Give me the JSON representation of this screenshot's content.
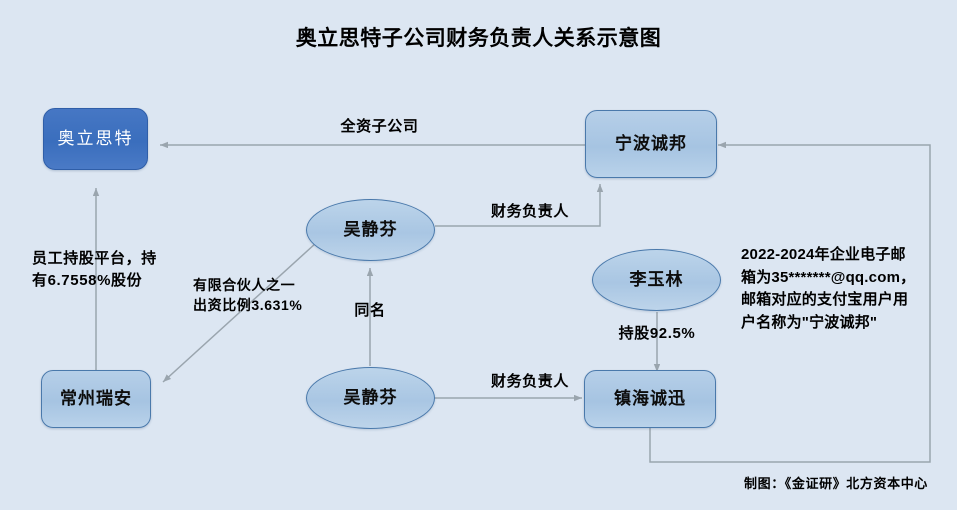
{
  "diagram": {
    "title": "奥立思特子公司财务负责人关系示意图",
    "background_color": "#dce6f2",
    "accent_color": "#4677c4",
    "node_fill_color": "#aecae5",
    "node_border_color": "#4a79ab",
    "edge_color": "#9aa5ae"
  },
  "nodes": [
    {
      "id": "aolisite",
      "label": "奥立思特",
      "shape": "rect",
      "style": "solid"
    },
    {
      "id": "ningbo",
      "label": "宁波诚邦",
      "shape": "rect",
      "style": "light"
    },
    {
      "id": "wujingfen_top",
      "label": "吴静芬",
      "shape": "ellipse",
      "style": "light"
    },
    {
      "id": "liyulin",
      "label": "李玉林",
      "shape": "ellipse",
      "style": "light"
    },
    {
      "id": "changzhou",
      "label": "常州瑞安",
      "shape": "rect",
      "style": "light"
    },
    {
      "id": "wujingfen_bot",
      "label": "吴静芬",
      "shape": "ellipse",
      "style": "light"
    },
    {
      "id": "zhenhai",
      "label": "镇海诚迅",
      "shape": "rect",
      "style": "light"
    }
  ],
  "edges": [
    {
      "id": "ningbo-to-aolisite",
      "from": "ningbo",
      "to": "aolisite",
      "label": "全资子公司"
    },
    {
      "id": "wujingfen-top-to-ningbo",
      "from": "wujingfen_top",
      "to": "ningbo",
      "label": "财务负责人"
    },
    {
      "id": "changzhou-to-aolisite",
      "from": "changzhou",
      "to": "aolisite",
      "label": "员工持股平台，持\n有6.7558%股份"
    },
    {
      "id": "wujingfen-top-to-changzhou",
      "from": "wujingfen_top",
      "to": "changzhou",
      "label": "有限合伙人之一\n出资比例3.631%"
    },
    {
      "id": "wujingfen-bot-to-top",
      "from": "wujingfen_bot",
      "to": "wujingfen_top",
      "label": "同名"
    },
    {
      "id": "liyulin-to-zhenhai",
      "from": "liyulin",
      "to": "zhenhai",
      "label": "持股92.5%"
    },
    {
      "id": "wujingfen-bot-to-zhenhai",
      "from": "wujingfen_bot",
      "to": "zhenhai",
      "label": "财务负责人"
    },
    {
      "id": "zhenhai-to-ningbo",
      "from": "zhenhai",
      "to": "ningbo",
      "label": ""
    }
  ],
  "labels": {
    "quanzi": "全资子公司",
    "caiwu_top": "财务负责人",
    "caiwu_bottom": "财务负责人",
    "yuangong": "员工持股平台，持\n有6.7558%股份",
    "youxian": "有限合伙人之一\n出资比例3.631%",
    "tongming": "同名",
    "chigu": "持股92.5%"
  },
  "annotation": {
    "text": "2022-2024年企业电子邮\n箱为35*******@qq.com，\n邮箱对应的支付宝用户用\n户名称为\"宁波诚邦\""
  },
  "credit": {
    "text": "制图：《金证研》北方资本中心"
  }
}
